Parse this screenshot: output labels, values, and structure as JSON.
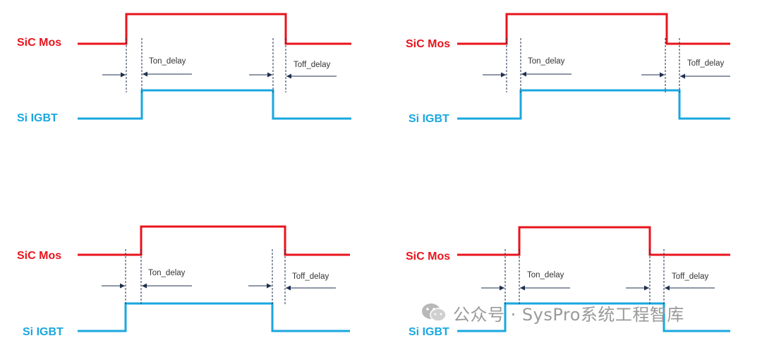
{
  "diagrams": [
    {
      "id": "top-left",
      "labels": {
        "sic": "SiC Mos",
        "igbt": "Si IGBT",
        "ton": "Ton_delay",
        "toff": "Toff_delay"
      }
    },
    {
      "id": "top-right",
      "labels": {
        "sic": "SiC Mos",
        "igbt": "Si IGBT",
        "ton": "Ton_delay",
        "toff": "Toff_delay"
      }
    },
    {
      "id": "bottom-left",
      "labels": {
        "sic": "SiC Mos",
        "igbt": "Si IGBT",
        "ton": "Ton_delay",
        "toff": "Toff_delay"
      }
    },
    {
      "id": "bottom-right",
      "labels": {
        "sic": "SiC Mos",
        "igbt": "Si IGBT",
        "ton": "Ton_delay",
        "toff": "Toff_delay"
      }
    }
  ],
  "colors": {
    "sic": "#e8141c",
    "igbt": "#1aa7df",
    "marker": "#1f2f4f",
    "label_text": "#333333"
  },
  "watermark": {
    "text": "公众号 · SysPro系统工程智库",
    "icon": "wechat-icon"
  }
}
